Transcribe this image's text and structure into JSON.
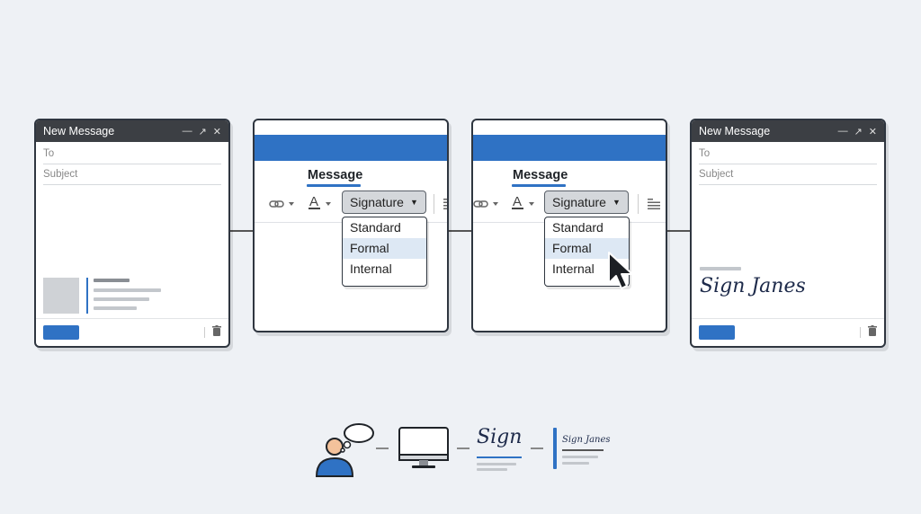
{
  "compose_before": {
    "title": "New Message",
    "to_label": "To",
    "subject_label": "Subject"
  },
  "ribbon_step1": {
    "tab": "Message",
    "signature_button": "Signature",
    "options": [
      "Standard",
      "Formal",
      "Internal"
    ],
    "selected": "Formal"
  },
  "ribbon_step2": {
    "tab": "Message",
    "signature_button": "Signature",
    "options": [
      "Standard",
      "Formal",
      "Internal"
    ],
    "selected": "Formal"
  },
  "compose_after": {
    "title": "New Message",
    "to_label": "To",
    "subject_label": "Subject",
    "signature_text": "Sign Janes"
  },
  "process_icons": {
    "sign_word": "Sign",
    "signature_text": "Sign Janes"
  },
  "colors": {
    "accent": "#2f72c4",
    "header_dark": "#3c3f44",
    "highlight": "#dde8f4"
  }
}
